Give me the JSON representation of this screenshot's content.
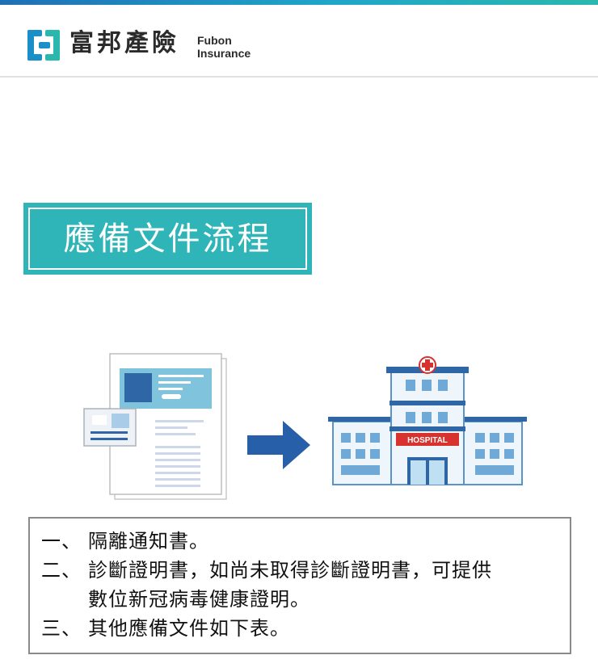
{
  "header": {
    "brand_cn": "富邦產險",
    "brand_en_line1": "Fubon",
    "brand_en_line2": "Insurance"
  },
  "title": "應備文件流程",
  "illustration": {
    "hospital_sign": "HOSPITAL"
  },
  "list": [
    {
      "num": "一、",
      "text": "隔離通知書。"
    },
    {
      "num": "二、",
      "text": "診斷證明書，如尚未取得診斷證明書，可提供"
    },
    {
      "num": "",
      "text": "數位新冠病毒健康證明。"
    },
    {
      "num": "三、",
      "text": "其他應備文件如下表。"
    }
  ]
}
